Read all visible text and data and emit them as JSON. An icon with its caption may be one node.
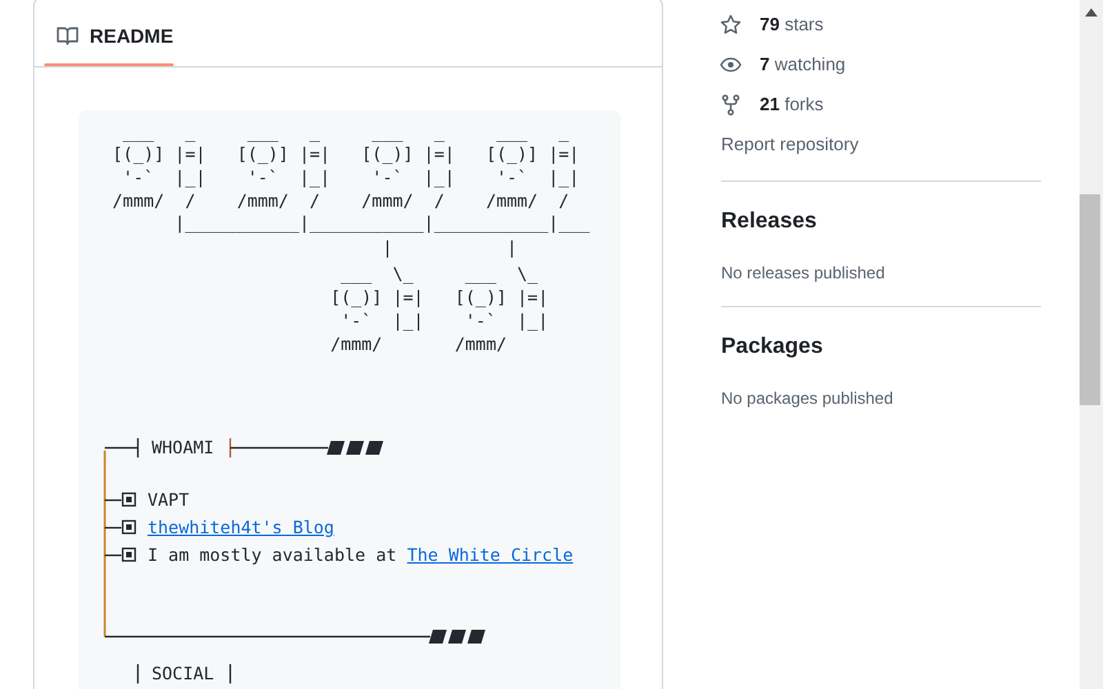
{
  "diagram": {
    "labels": [
      "README",
      "  ___   _     ___   _     ___   _     ___   _",
      " [(_)] |=|   [(_)] |=|   [(_)] |=|   [(_)] |=|",
      "  '-`  |_|    '-`  |_|    '-`  |_|    '-`  |_|",
      " /mmm/  /    /mmm/  /    /mmm/  /    /mmm/  /",
      "       |___________|___________|___________|___",
      "                           |           |",
      "                       ___  \\_     ___  \\_",
      "                      [(_)] |=|   [(_)] |=|",
      "                       '-`  |_|    '-`  |_|",
      "                      /mmm/       /mmm/",
      "WHOAMI",
      "VAPT",
      "thewhiteh4t's Blog",
      "I am mostly available at",
      "The White Circle",
      "SOCIAL",
      "**79** stars",
      "**7** watching",
      "**21** forks",
      "Report repository",
      "Releases",
      "No releases published",
      "Packages",
      "No packages published"
    ]
  }
}
